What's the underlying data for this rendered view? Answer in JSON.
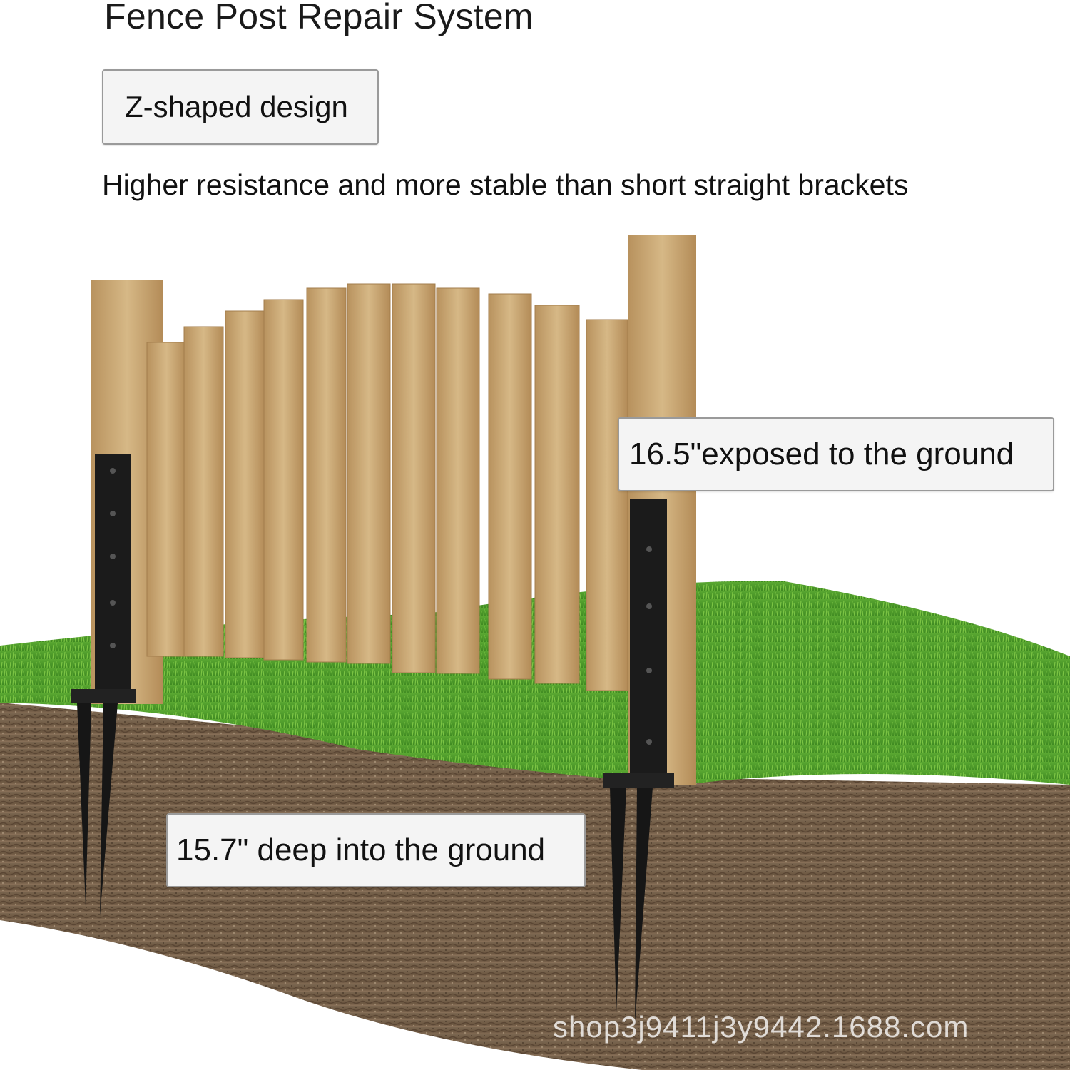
{
  "title": "Fence Post Repair System",
  "design_label": "Z-shaped design",
  "subtitle": "Higher resistance and more stable than short straight brackets",
  "exposed_label": "16.5\"exposed to the ground",
  "deep_label": "15.7\" deep into the ground",
  "watermark": "shop3j9411j3y9442.1688.com",
  "colors": {
    "wood": "#c9a877",
    "grass": "#4f9a2a",
    "soil": "#6e5a45",
    "bracket": "#1b1b1b"
  }
}
